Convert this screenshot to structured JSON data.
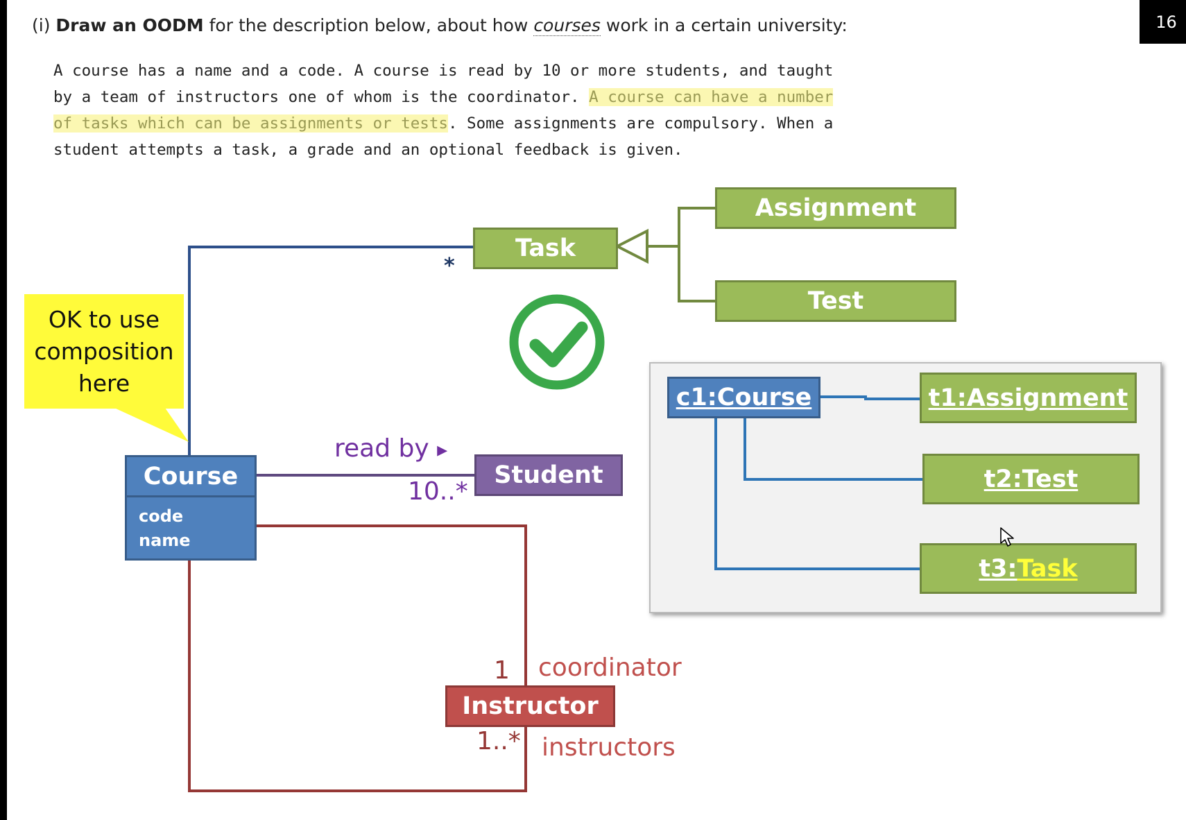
{
  "page_number": "16",
  "question": {
    "prefix": "(i) ",
    "bold": "Draw an OODM",
    "mid": " for the description below, about how ",
    "italic": "courses",
    "suffix": " work in a certain university:"
  },
  "description": {
    "line1": "A course has a name and a code. A course is read by 10 or more students, and taught",
    "line2_plain": "by a team of instructors one of whom is the coordinator. ",
    "line2_hl": "A course can have a number",
    "line3_hl": "of tasks which can be assignments or tests",
    "line3_plain": ". Some assignments are compulsory. When a",
    "line4": "student attempts a task, a grade and an optional feedback is given."
  },
  "callout": {
    "line1": "OK to use",
    "line2": "composition",
    "line3": "here"
  },
  "classes": {
    "task": "Task",
    "assignment": "Assignment",
    "test": "Test",
    "course": "Course",
    "course_attr1": "code",
    "course_attr2": "name",
    "student": "Student",
    "instructor": "Instructor"
  },
  "associations": {
    "task_multiplicity": "*",
    "read_by": "read by",
    "read_by_arrow": "▸",
    "student_multiplicity": "10..*",
    "coordinator_multiplicity": "1",
    "coordinator_role": "coordinator",
    "instructors_multiplicity": "1..*",
    "instructors_role": "instructors"
  },
  "objects": {
    "c1": "c1:Course",
    "t1": "t1:Assignment",
    "t2": "t2:Test",
    "t3_prefix": "t3:",
    "t3_class": "Task"
  },
  "colors": {
    "green_fill": "#9bbb59",
    "blue_fill": "#4f81bd",
    "purple_fill": "#8064a2",
    "red_fill": "#c0504d",
    "callout_yellow": "#fffb3a",
    "check_green": "#3aa84a"
  }
}
